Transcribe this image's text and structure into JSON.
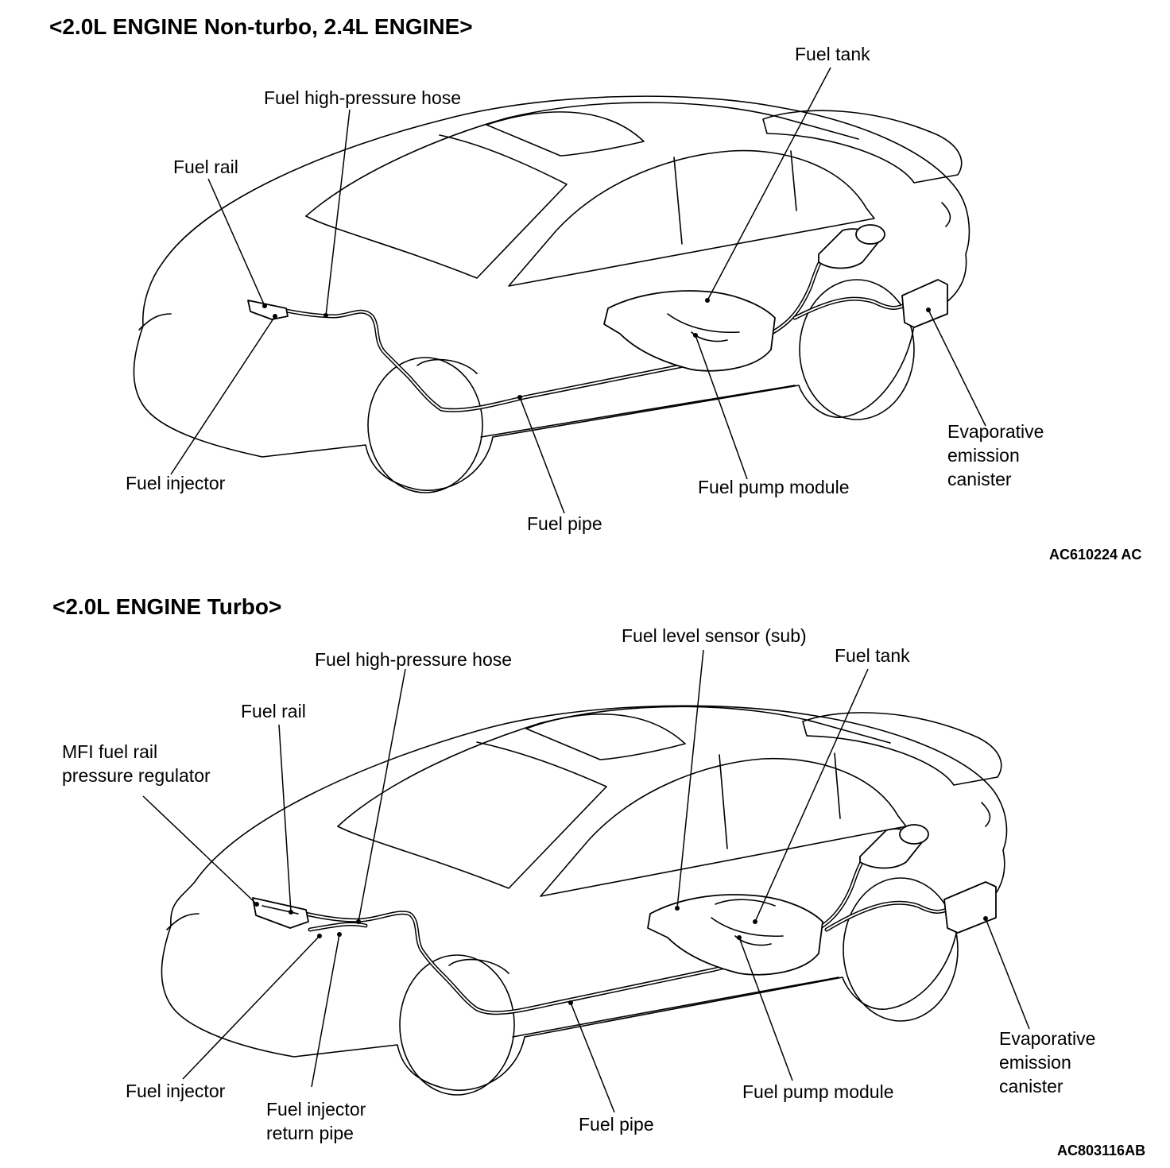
{
  "top": {
    "heading": "<2.0L ENGINE Non-turbo, 2.4L ENGINE>",
    "labels": {
      "fuel_tank": "Fuel tank",
      "fuel_high_pressure_hose": "Fuel high-pressure hose",
      "fuel_rail": "Fuel rail",
      "fuel_injector": "Fuel injector",
      "fuel_pipe": "Fuel pipe",
      "fuel_pump_module": "Fuel pump module",
      "evaporative_emission_canister": "Evaporative\nemission\ncanister"
    },
    "figure_code": "AC610224 AC"
  },
  "bottom": {
    "heading": "<2.0L ENGINE Turbo>",
    "labels": {
      "fuel_level_sensor_sub": "Fuel level sensor (sub)",
      "fuel_tank": "Fuel tank",
      "fuel_high_pressure_hose": "Fuel high-pressure hose",
      "fuel_rail": "Fuel rail",
      "mfi_pressure_regulator": "MFI fuel rail\npressure regulator",
      "fuel_injector": "Fuel injector",
      "fuel_injector_return_pipe": "Fuel injector\nreturn pipe",
      "fuel_pipe": "Fuel pipe",
      "fuel_pump_module": "Fuel pump module",
      "evaporative_emission_canister": "Evaporative\nemission\ncanister"
    },
    "figure_code": "AC803116AB"
  }
}
